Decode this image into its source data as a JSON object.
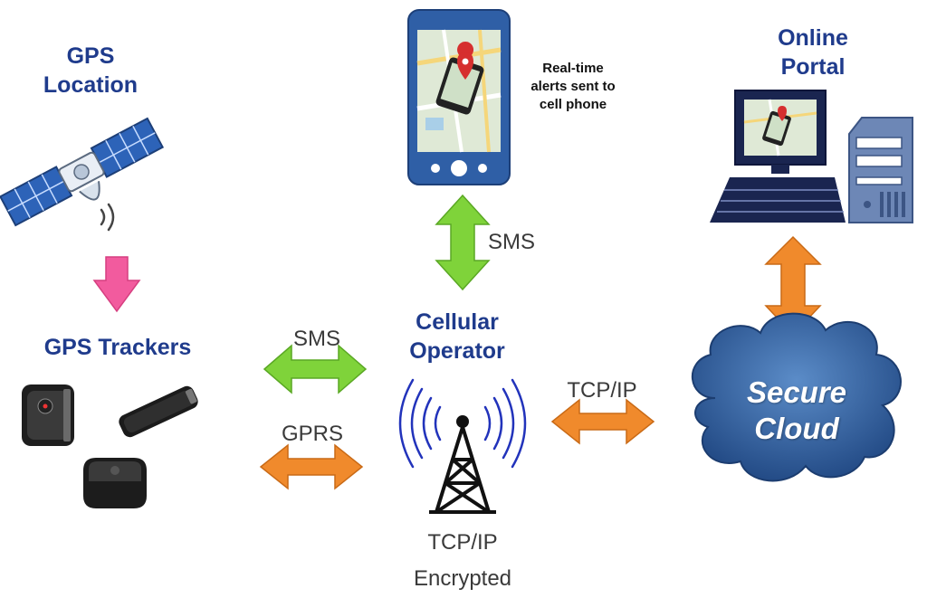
{
  "nodes": {
    "gps_location": "GPS\nLocation",
    "gps_trackers": "GPS Trackers",
    "phone_caption": "Real-time\nalerts sent to\ncell phone",
    "online_portal": "Online\nPortal",
    "cellular_operator": "Cellular\nOperator",
    "secure_cloud": "Secure\nCloud",
    "tower_caption": "TCP/IP\nEncrypted"
  },
  "links": {
    "phone_operator": "SMS",
    "trackers_operator_sms": "SMS",
    "trackers_operator_gprs": "GPRS",
    "operator_cloud": "TCP/IP"
  },
  "colors": {
    "title_blue": "#1f3b8c",
    "arrow_green": "#7fd33a",
    "arrow_orange": "#f08a2c",
    "arrow_pink": "#f25b9e",
    "cloud_blue": "#2f5f9e",
    "phone_blue": "#2f5fa6"
  },
  "icons": [
    "satellite-icon",
    "tracker-device-icon",
    "smartphone-icon",
    "computer-icon",
    "cloud-icon",
    "radio-tower-icon"
  ]
}
